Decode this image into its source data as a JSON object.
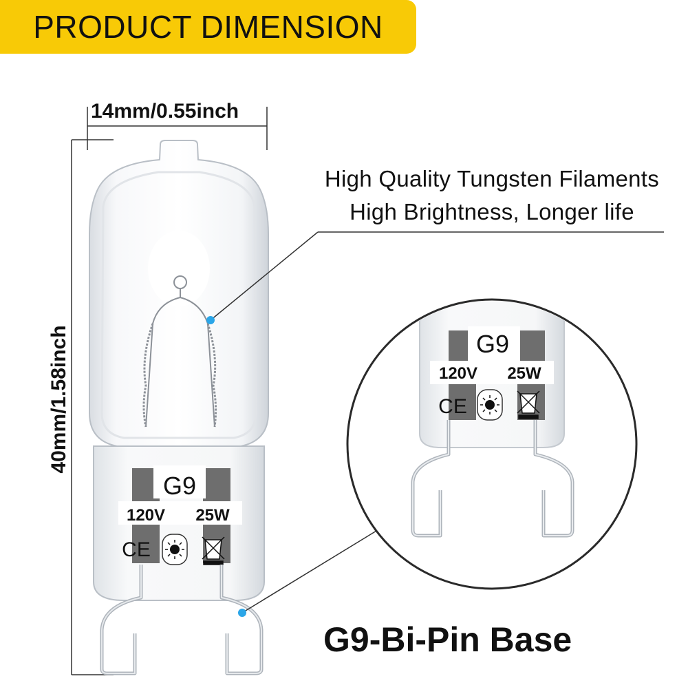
{
  "banner": {
    "title": "PRODUCT DIMENSION",
    "color": "#f8ca06"
  },
  "dimensions": {
    "width": "14mm/0.55inch",
    "height": "40mm/1.58inch"
  },
  "features": {
    "line1": "High Quality Tungsten Filaments",
    "line2": "High Brightness, Longer life"
  },
  "bulb_markings": {
    "type": "G9",
    "voltage": "120V",
    "wattage": "25W",
    "ce": "CE"
  },
  "base_label": "G9-Bi-Pin Base",
  "colors": {
    "callout_dot": "#2ba6e8",
    "label_panel": "#6e6e6e"
  }
}
